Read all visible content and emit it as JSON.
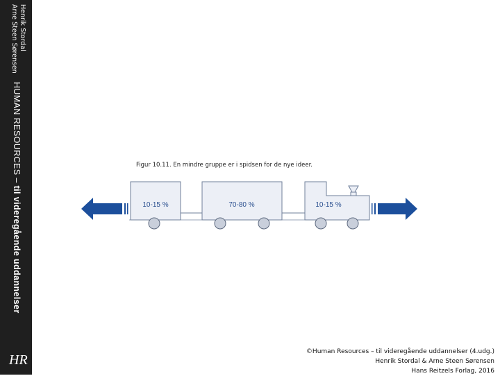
{
  "sidebar": {
    "author_line_1": "Henrik Stordal",
    "author_line_2": "Arne Steen Sørensen",
    "book_title_plain": "HUMAN RESOURCES – ",
    "book_title_bold": "til videregående uddannelser",
    "logo_text": "HR"
  },
  "figure": {
    "caption": "Figur 10.11. En mindre gruppe er i spidsen for de nye ideer.",
    "cars": [
      {
        "label": "10-15 %"
      },
      {
        "label": "70-80 %"
      },
      {
        "label": "10-15 %"
      }
    ],
    "colors": {
      "arrow": "#1c4f9c",
      "car_fill": "#eceff6",
      "car_stroke": "#6f7f9a",
      "label": "#2a4f8f"
    }
  },
  "footer": {
    "line_1": "©Human Resources – til videregående uddannelser (4.udg.)",
    "line_2": "Henrik Stordal & Arne Steen Sørensen",
    "line_3": "Hans Reitzels Forlag, 2016"
  }
}
